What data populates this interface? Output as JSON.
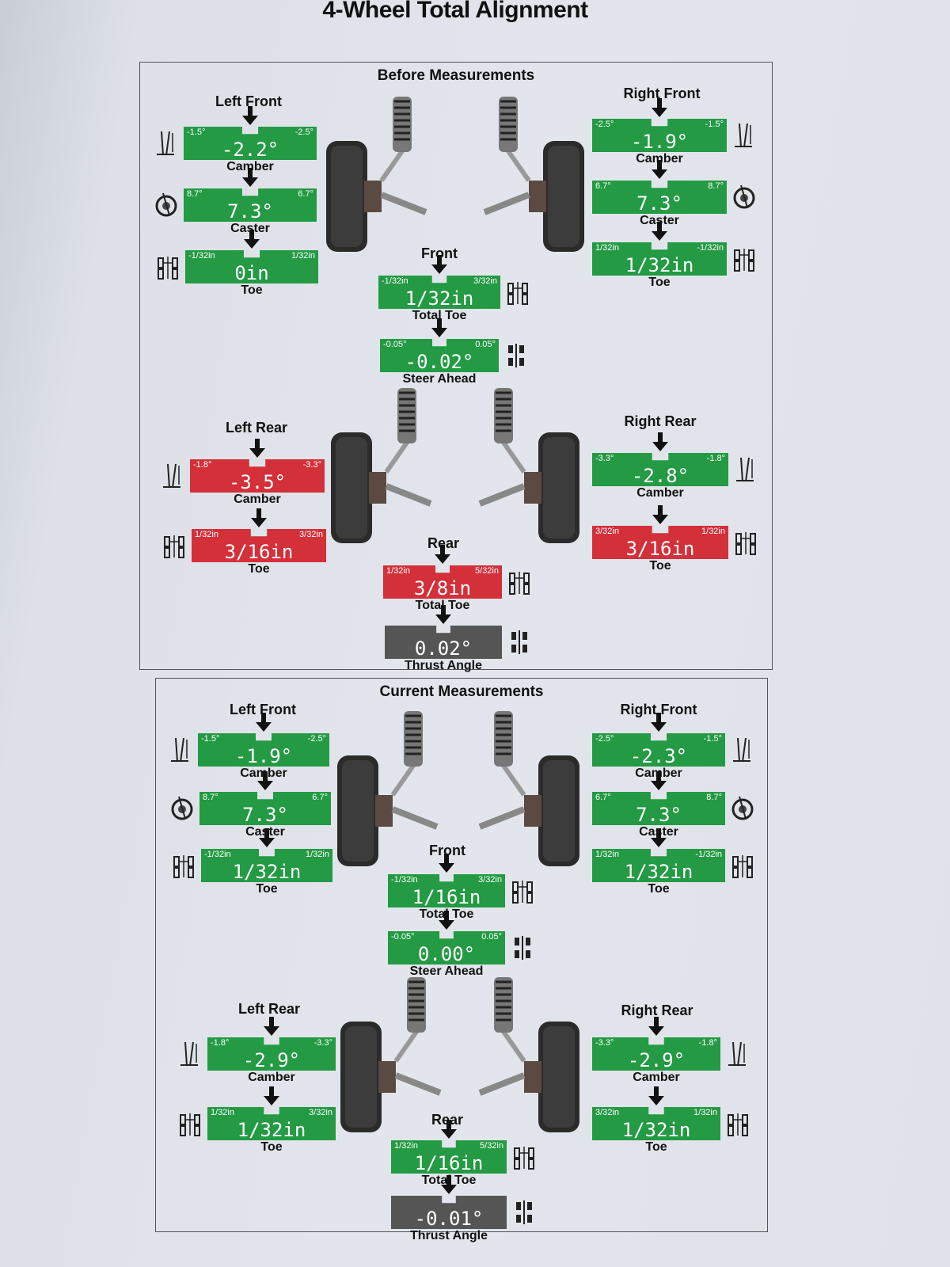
{
  "title": "4-Wheel Total Alignment",
  "before": {
    "title": "Before Measurements",
    "left_front": {
      "label": "Left Front",
      "camber": {
        "lo": "-1.5°",
        "hi": "-2.5°",
        "value": "-2.2°",
        "caption": "Camber",
        "status": "green"
      },
      "caster": {
        "lo": "8.7°",
        "hi": "6.7°",
        "value": "7.3°",
        "caption": "Caster",
        "status": "green"
      },
      "toe": {
        "lo": "-1/32in",
        "hi": "1/32in",
        "value": "0in",
        "caption": "Toe",
        "status": "green"
      }
    },
    "right_front": {
      "label": "Right Front",
      "camber": {
        "lo": "-2.5°",
        "hi": "-1.5°",
        "value": "-1.9°",
        "caption": "Camber",
        "status": "green"
      },
      "caster": {
        "lo": "6.7°",
        "hi": "8.7°",
        "value": "7.3°",
        "caption": "Caster",
        "status": "green"
      },
      "toe": {
        "lo": "1/32in",
        "hi": "-1/32in",
        "value": "1/32in",
        "caption": "Toe",
        "status": "green"
      }
    },
    "front_label": "Front",
    "front_total_toe": {
      "lo": "-1/32in",
      "hi": "3/32in",
      "value": "1/32in",
      "caption": "Total Toe",
      "status": "green"
    },
    "steer_ahead": {
      "lo": "-0.05°",
      "hi": "0.05°",
      "value": "-0.02°",
      "caption": "Steer Ahead",
      "status": "green"
    },
    "left_rear": {
      "label": "Left Rear",
      "camber": {
        "lo": "-1.8°",
        "hi": "-3.3°",
        "value": "-3.5°",
        "caption": "Camber",
        "status": "red"
      },
      "toe": {
        "lo": "1/32in",
        "hi": "3/32in",
        "value": "3/16in",
        "caption": "Toe",
        "status": "red"
      }
    },
    "right_rear": {
      "label": "Right Rear",
      "camber": {
        "lo": "-3.3°",
        "hi": "-1.8°",
        "value": "-2.8°",
        "caption": "Camber",
        "status": "green"
      },
      "toe": {
        "lo": "3/32in",
        "hi": "1/32in",
        "value": "3/16in",
        "caption": "Toe",
        "status": "red"
      }
    },
    "rear_label": "Rear",
    "rear_total_toe": {
      "lo": "1/32in",
      "hi": "5/32in",
      "value": "3/8in",
      "caption": "Total Toe",
      "status": "red"
    },
    "thrust_angle": {
      "lo": "",
      "hi": "",
      "value": "0.02°",
      "caption": "Thrust Angle",
      "status": "gray"
    }
  },
  "current": {
    "title": "Current Measurements",
    "left_front": {
      "label": "Left Front",
      "camber": {
        "lo": "-1.5°",
        "hi": "-2.5°",
        "value": "-1.9°",
        "caption": "Camber",
        "status": "green"
      },
      "caster": {
        "lo": "8.7°",
        "hi": "6.7°",
        "value": "7.3°",
        "caption": "Caster",
        "status": "green"
      },
      "toe": {
        "lo": "-1/32in",
        "hi": "1/32in",
        "value": "1/32in",
        "caption": "Toe",
        "status": "green"
      }
    },
    "right_front": {
      "label": "Right Front",
      "camber": {
        "lo": "-2.5°",
        "hi": "-1.5°",
        "value": "-2.3°",
        "caption": "Camber",
        "status": "green"
      },
      "caster": {
        "lo": "6.7°",
        "hi": "8.7°",
        "value": "7.3°",
        "caption": "Caster",
        "status": "green"
      },
      "toe": {
        "lo": "1/32in",
        "hi": "-1/32in",
        "value": "1/32in",
        "caption": "Toe",
        "status": "green"
      }
    },
    "front_label": "Front",
    "front_total_toe": {
      "lo": "-1/32in",
      "hi": "3/32in",
      "value": "1/16in",
      "caption": "Total Toe",
      "status": "green"
    },
    "steer_ahead": {
      "lo": "-0.05°",
      "hi": "0.05°",
      "value": "0.00°",
      "caption": "Steer Ahead",
      "status": "green"
    },
    "left_rear": {
      "label": "Left Rear",
      "camber": {
        "lo": "-1.8°",
        "hi": "-3.3°",
        "value": "-2.9°",
        "caption": "Camber",
        "status": "green"
      },
      "toe": {
        "lo": "1/32in",
        "hi": "3/32in",
        "value": "1/32in",
        "caption": "Toe",
        "status": "green"
      }
    },
    "right_rear": {
      "label": "Right Rear",
      "camber": {
        "lo": "-3.3°",
        "hi": "-1.8°",
        "value": "-2.9°",
        "caption": "Camber",
        "status": "green"
      },
      "toe": {
        "lo": "3/32in",
        "hi": "1/32in",
        "value": "1/32in",
        "caption": "Toe",
        "status": "green"
      }
    },
    "rear_label": "Rear",
    "rear_total_toe": {
      "lo": "1/32in",
      "hi": "5/32in",
      "value": "1/16in",
      "caption": "Total Toe",
      "status": "green"
    },
    "thrust_angle": {
      "lo": "",
      "hi": "",
      "value": "-0.01°",
      "caption": "Thrust Angle",
      "status": "gray"
    }
  },
  "icons": {
    "camber": "camber-icon",
    "caster": "caster-icon",
    "toe": "toe-icon",
    "thrust": "thrust-icon",
    "suspension": "suspension-icon"
  },
  "colors": {
    "in_spec": "#239a43",
    "out_of_spec": "#d3303a",
    "neutral": "#555555"
  }
}
